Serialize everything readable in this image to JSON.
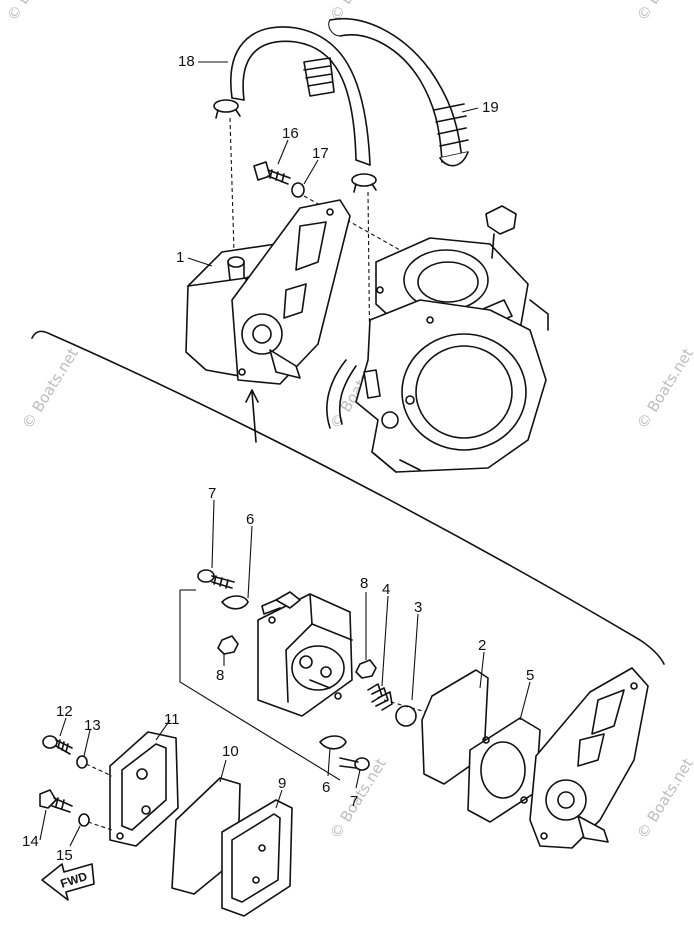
{
  "watermark": "© Boats.net",
  "fwd_label": "FWD",
  "callouts": {
    "c1": "1",
    "c2": "2",
    "c3": "3",
    "c4": "4",
    "c5": "5",
    "c6a": "6",
    "c6b": "6",
    "c7a": "7",
    "c7b": "7",
    "c8a": "8",
    "c8b": "8",
    "c9": "9",
    "c10": "10",
    "c11": "11",
    "c12": "12",
    "c13": "13",
    "c14": "14",
    "c15": "15",
    "c16": "16",
    "c17": "17",
    "c18": "18",
    "c19": "19"
  }
}
